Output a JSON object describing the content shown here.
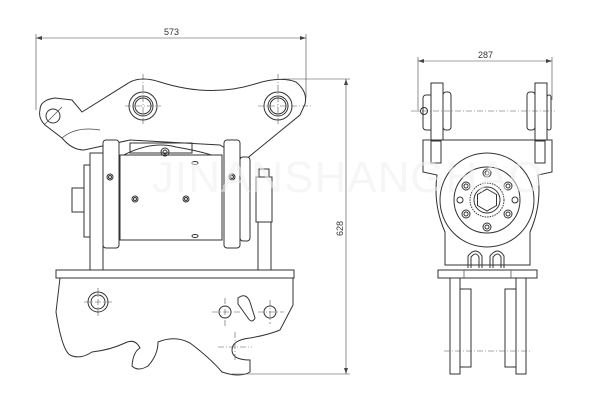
{
  "drawing": {
    "title": "Tilt quick coupler – side and end view",
    "watermark": "JINANSHANGHAO",
    "dimensions": {
      "overall_length": "573",
      "overall_height": "628",
      "end_view_width": "287"
    },
    "views": [
      "side-view",
      "end-view"
    ],
    "line_color": "#333333",
    "background": "#ffffff"
  }
}
